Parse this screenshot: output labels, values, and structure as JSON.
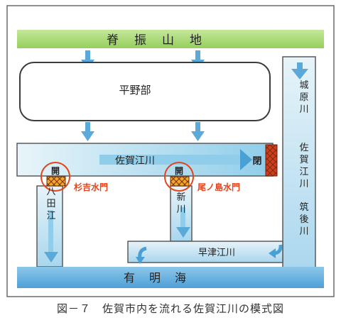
{
  "diagram": {
    "mountains": "脊振山地",
    "plain": "平野部",
    "saga_e_river": "佐賀江川",
    "closed_mark": "閉",
    "open_mark_left": "開",
    "open_mark_right": "開",
    "gate_left": "杉吉水門",
    "gate_right": "尾ノ島水門",
    "hachita_e": "八田江",
    "shinkawa": "新川",
    "hayatsue": "早津江川",
    "ariake_sea": "有明海",
    "jobaru": "城原川",
    "saga_e_vertical": "佐賀江川",
    "chikugo": "筑後川"
  },
  "caption": "図－７　佐賀市内を流れる佐賀江川の模式図",
  "colors": {
    "mountain_green": "#a9d86e",
    "water_light": "#cfe7f2",
    "water_blue": "#88c3e8",
    "arrow_blue": "#5aa9d8",
    "gate_red": "#d33b26",
    "gate_orange": "#f2a62a",
    "label_red": "#e2461c",
    "outline": "#5a5a5a"
  }
}
